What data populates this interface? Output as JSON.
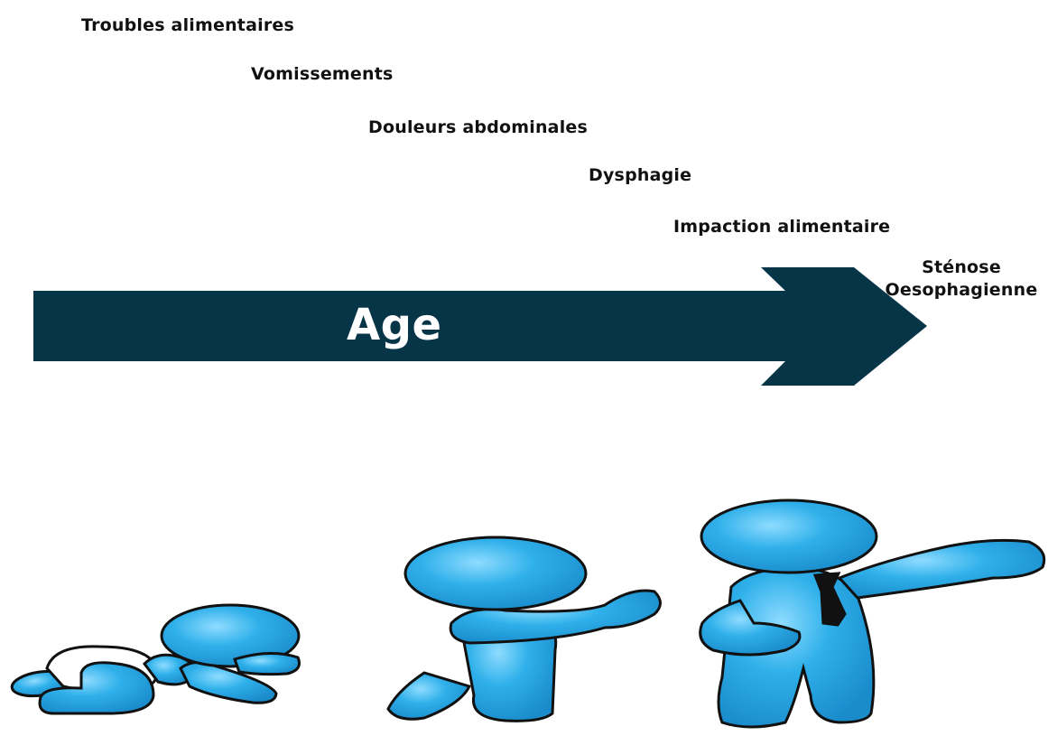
{
  "arrow": {
    "label": "Age",
    "color": "#073548"
  },
  "symptoms": [
    "Troubles alimentaires",
    "Vomissements",
    "Douleurs abdominales",
    "Dysphagie",
    "Impaction alimentaire",
    "Sténose Oesophagienne"
  ],
  "figures": {
    "body_color": "#2fa8e0",
    "tie_color": "#111111",
    "diaper_color": "#ffffff",
    "items": [
      "baby-crawling",
      "child-pointing",
      "adult-with-tie-pointing"
    ]
  }
}
